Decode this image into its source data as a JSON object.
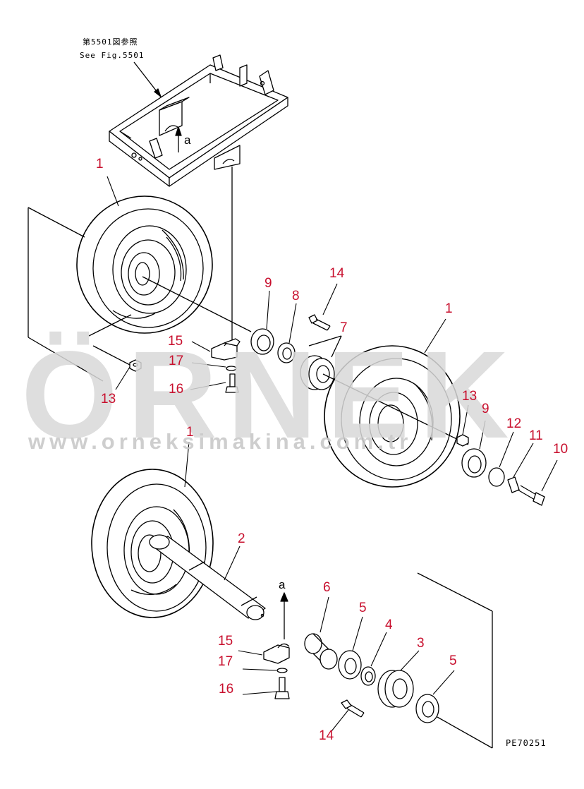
{
  "reference": {
    "japanese": "第5501図参照",
    "english": "See Fig.5501"
  },
  "arrow_labels": {
    "upper": "a",
    "lower": "a"
  },
  "drawing_number": "PE70251",
  "watermark": {
    "word": "ÖRNEK",
    "url": "www.orneksimakina.com.tr"
  },
  "callouts": [
    {
      "id": "c1",
      "label": "1"
    },
    {
      "id": "c2",
      "label": "9"
    },
    {
      "id": "c3",
      "label": "8"
    },
    {
      "id": "c4",
      "label": "14"
    },
    {
      "id": "c5",
      "label": "7"
    },
    {
      "id": "c6",
      "label": "1"
    },
    {
      "id": "c7",
      "label": "15"
    },
    {
      "id": "c8",
      "label": "17"
    },
    {
      "id": "c9",
      "label": "16"
    },
    {
      "id": "c10",
      "label": "13"
    },
    {
      "id": "c11",
      "label": "13"
    },
    {
      "id": "c12",
      "label": "9"
    },
    {
      "id": "c13",
      "label": "12"
    },
    {
      "id": "c14",
      "label": "11"
    },
    {
      "id": "c15",
      "label": "10"
    },
    {
      "id": "c16",
      "label": "1"
    },
    {
      "id": "c17",
      "label": "2"
    },
    {
      "id": "c18",
      "label": "6"
    },
    {
      "id": "c19",
      "label": "5"
    },
    {
      "id": "c20",
      "label": "4"
    },
    {
      "id": "c21",
      "label": "3"
    },
    {
      "id": "c22",
      "label": "15"
    },
    {
      "id": "c23",
      "label": "17"
    },
    {
      "id": "c24",
      "label": "16"
    },
    {
      "id": "c25",
      "label": "5"
    },
    {
      "id": "c26",
      "label": "14"
    }
  ]
}
